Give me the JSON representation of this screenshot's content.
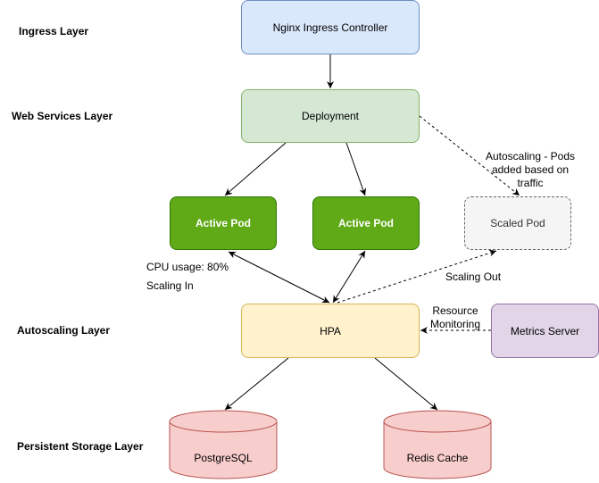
{
  "layers": {
    "ingress": "Ingress Layer",
    "web_services": "Web Services Layer",
    "autoscaling": "Autoscaling Layer",
    "storage": "Persistent Storage Layer"
  },
  "nodes": {
    "ingress_controller": "Nginx Ingress Controller",
    "deployment": "Deployment",
    "active_pod_1": "Active Pod",
    "active_pod_2": "Active Pod",
    "scaled_pod": "Scaled Pod",
    "hpa": "HPA",
    "metrics_server": "Metrics Server",
    "postgresql": "PostgreSQL",
    "redis": "Redis Cache"
  },
  "annotations": {
    "autoscaling_line1": "Autoscaling - Pods",
    "autoscaling_line2": "added based on",
    "autoscaling_line3": "traffic",
    "cpu_usage": "CPU usage: 80%",
    "scaling_in": "Scaling In",
    "scaling_out": "Scaling Out",
    "resource_line1": "Resource",
    "resource_line2": "Monitoring"
  },
  "colors": {
    "ingress_fill": "#dae8fc",
    "ingress_stroke": "#6c8ebf",
    "deployment_fill": "#d5e8d4",
    "deployment_stroke": "#82b366",
    "active_pod_fill": "#60a917",
    "active_pod_stroke": "#2d7600",
    "scaled_pod_fill": "#f5f5f5",
    "scaled_pod_stroke": "#666666",
    "hpa_fill": "#fff2cc",
    "hpa_stroke": "#d6b656",
    "metrics_fill": "#e1d5e7",
    "metrics_stroke": "#9673a6",
    "storage_fill": "#f8cecc",
    "storage_stroke": "#b85450"
  }
}
